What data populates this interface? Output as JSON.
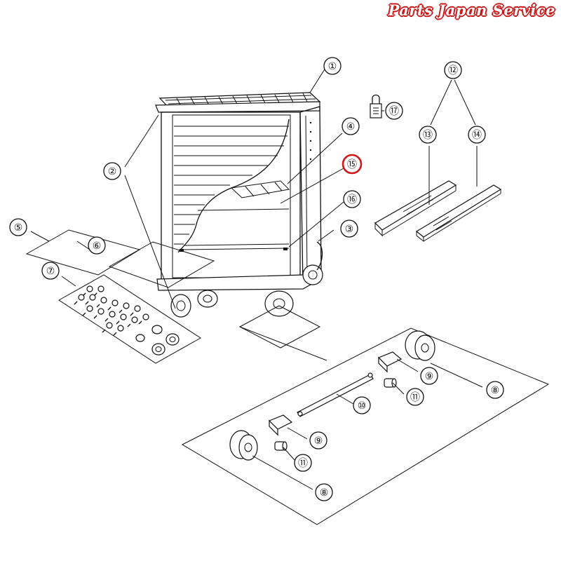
{
  "brand": {
    "text": "Parts Japan Service",
    "color": "#c81a1a"
  },
  "highlight_color": "#d01818",
  "callouts": [
    {
      "id": "1",
      "label": "①"
    },
    {
      "id": "2",
      "label": "②"
    },
    {
      "id": "3",
      "label": "③"
    },
    {
      "id": "4",
      "label": "④"
    },
    {
      "id": "5",
      "label": "⑤"
    },
    {
      "id": "6",
      "label": "⑥"
    },
    {
      "id": "7",
      "label": "⑦"
    },
    {
      "id": "8a",
      "label": "⑧"
    },
    {
      "id": "8b",
      "label": "⑧"
    },
    {
      "id": "9a",
      "label": "⑨"
    },
    {
      "id": "9b",
      "label": "⑨"
    },
    {
      "id": "10",
      "label": "⑩"
    },
    {
      "id": "11a",
      "label": "⑪"
    },
    {
      "id": "11b",
      "label": "⑪"
    },
    {
      "id": "12",
      "label": "⑫"
    },
    {
      "id": "13",
      "label": "⑬"
    },
    {
      "id": "14",
      "label": "⑭"
    },
    {
      "id": "15",
      "label": "⑮",
      "highlighted": true
    },
    {
      "id": "16",
      "label": "⑯"
    },
    {
      "id": "17",
      "label": "⑰"
    }
  ]
}
